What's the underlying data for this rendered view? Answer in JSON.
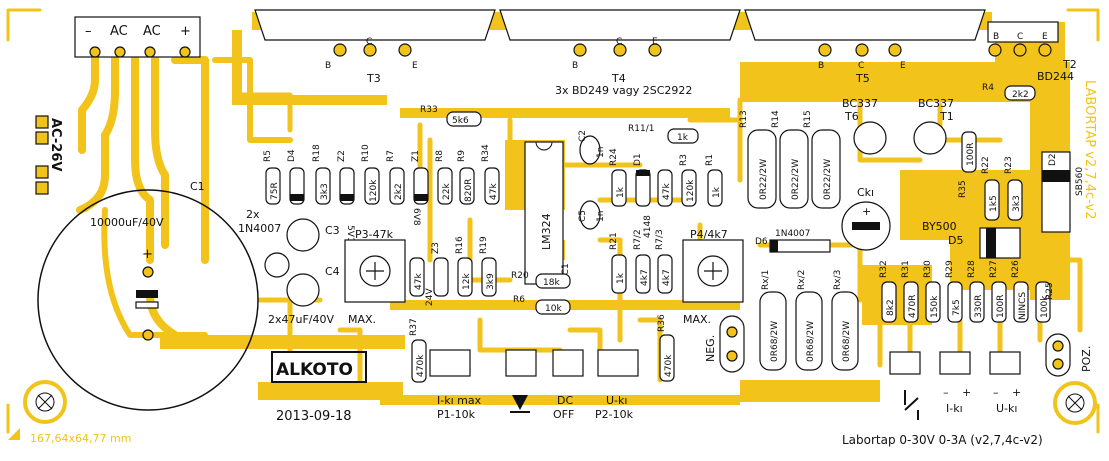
{
  "board": {
    "bottom_title": "Labortap 0-30V 0-3A (v2,7,4c-v2)",
    "mirror_title": "LABORTAP v2,7,4c-v2",
    "mirror_dims": "167,64x64,77 mm",
    "date": "2013-09-18",
    "logo": "ALKOTO"
  },
  "connectors": {
    "mains_terms": [
      "–",
      "AC",
      "AC",
      "+"
    ],
    "ac_label": "AC-26V",
    "neg_label": "NEG.",
    "poz_label": "POZ."
  },
  "transistors": {
    "t3": "T3",
    "t4": "T4",
    "t5": "T5",
    "t2": "T2",
    "t2_type": "BD244",
    "bce_b": "B",
    "bce_c": "C",
    "bce_e": "E",
    "power_note": "3x BD249 vagy 2SC2922",
    "t6_type": "BC337",
    "t6": "T6",
    "t1_type": "BC337",
    "t1": "T1"
  },
  "parts": {
    "c1": "C1",
    "c1_value": "10000uF/40V",
    "d_2x": "2x",
    "d_type": "1N4007",
    "c3": "C3",
    "c4": "C4",
    "c34_value": "2x47uF/40V",
    "r33": "R33",
    "r33_v": "5k6",
    "r11": "R11/1",
    "r11_v": "1k",
    "r13": "R13",
    "r14": "R14",
    "r15": "R15",
    "r_shunt": "0R22/2W",
    "r4": "R4",
    "r4_v": "2k2",
    "r5": "R5",
    "r5_v": "75R",
    "d4": "D4",
    "r18": "R18",
    "r18_v": "3k3",
    "z2": "Z2",
    "z2_v": "5V1",
    "r10": "R10",
    "r10_v": "120k",
    "r7": "R7",
    "r7_v": "2k2",
    "z1": "Z1",
    "z1_v": "6V8",
    "r8": "R8",
    "r8_v": "22k",
    "r9": "R9",
    "r9_v": "820R",
    "r34": "R34",
    "r34_v": "47k",
    "ic": "LM324",
    "ic_ref": "IC1",
    "c2": "C2",
    "c2_v": "1n",
    "c5": "C5",
    "c5_v": "1n",
    "r24": "R24",
    "r24_v": "1k",
    "d1": "D1",
    "d1_v": "4148",
    "r3": "R3",
    "r3_v": "47k",
    "r1": "R1",
    "r1_v": "120k",
    "r1b_v": "1k",
    "r22": "R22",
    "r23": "R23",
    "r35": "R35",
    "r35_v": "1k5",
    "r35b_v": "3k3",
    "r_100r": "100R",
    "d2": "D2",
    "d2_v": "SB560",
    "ck": "Ckı",
    "d5": "D5",
    "d5_v": "BY500",
    "d6": "D6",
    "d6_v": "1N4007",
    "p3": "P3-47k",
    "p4": "P4/4k7",
    "max": "MAX.",
    "z3": "Z3",
    "z3_v": "24V",
    "r16": "R16",
    "r16_v": "12k",
    "r19": "R19",
    "r19_v": "3k9",
    "r21": "R21",
    "r21_v": "1k",
    "r7_2": "R7/2",
    "r7_2_v": "4k7",
    "r7_3": "R7/3",
    "r7_3_v": "4k7",
    "r20": "R20",
    "r20_v": "18k",
    "r6": "R6",
    "r6_v": "10k",
    "rx1": "Rx/1",
    "rx2": "Rx/2",
    "rx3": "Rx/3",
    "rx_v": "0R68/2W",
    "r37": "R37",
    "r36": "R36",
    "r470k": "470k",
    "r32": "R32",
    "r32_v": "8k2",
    "r31": "R31",
    "r31_v": "470R",
    "r30": "R30",
    "r30_v": "150k",
    "r29": "R29",
    "r29_v": "7k5",
    "r28": "R28",
    "r28_v": "330R",
    "r27": "R27",
    "r27_v": "100R",
    "r26": "R26",
    "r26_v": "NINCS",
    "r25": "R25",
    "r25_v": "100k",
    "p1_title": "I-kı max",
    "p1": "P1-10k",
    "dc": "DC",
    "off": "OFF",
    "p2_title": "U-kı",
    "p2": "P2-10k",
    "ik": "I-kı",
    "uk": "U-kı",
    "minus": "–",
    "plus": "+"
  }
}
